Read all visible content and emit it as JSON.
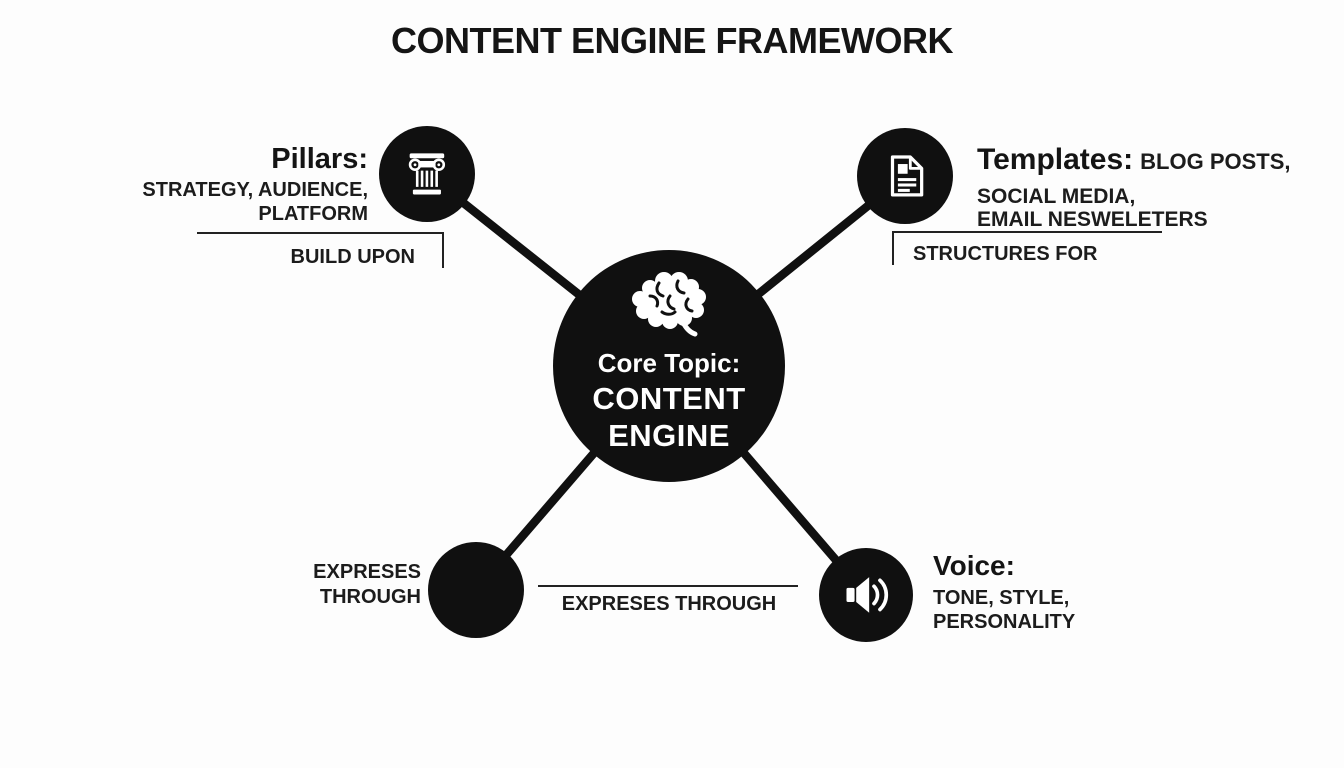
{
  "title": "CONTENT ENGINE FRAMEWORK",
  "center": {
    "icon": "brain-icon",
    "topic_prefix": "Core Topic:",
    "topic_line1": "CONTENT",
    "topic_line2": "ENGINE"
  },
  "pillars": {
    "icon": "column-icon",
    "heading": "Pillars:",
    "detail_line1": "STRATEGY, AUDIENCE,",
    "detail_line2": "PLATFORM",
    "connector_label": "BUILD UPON"
  },
  "templates": {
    "icon": "document-icon",
    "heading": "Templates:",
    "detail_inline": "BLOG POSTS,",
    "detail_line2": "SOCIAL MEDIA,",
    "detail_line3": "EMAIL NESWELETERS",
    "connector_label": "STRUCTURES FOR"
  },
  "expresses": {
    "side_line1": "EXPRESES",
    "side_line2": "THROUGH",
    "connector_label": "EXPRESES THROUGH"
  },
  "voice": {
    "icon": "speaker-icon",
    "heading": "Voice:",
    "detail_line1": "TONE, STYLE,",
    "detail_line2": "PERSONALITY"
  },
  "colors": {
    "ink": "#101010",
    "background": "#fdfdfd",
    "node_fill": "#101010",
    "icon": "#ffffff"
  }
}
